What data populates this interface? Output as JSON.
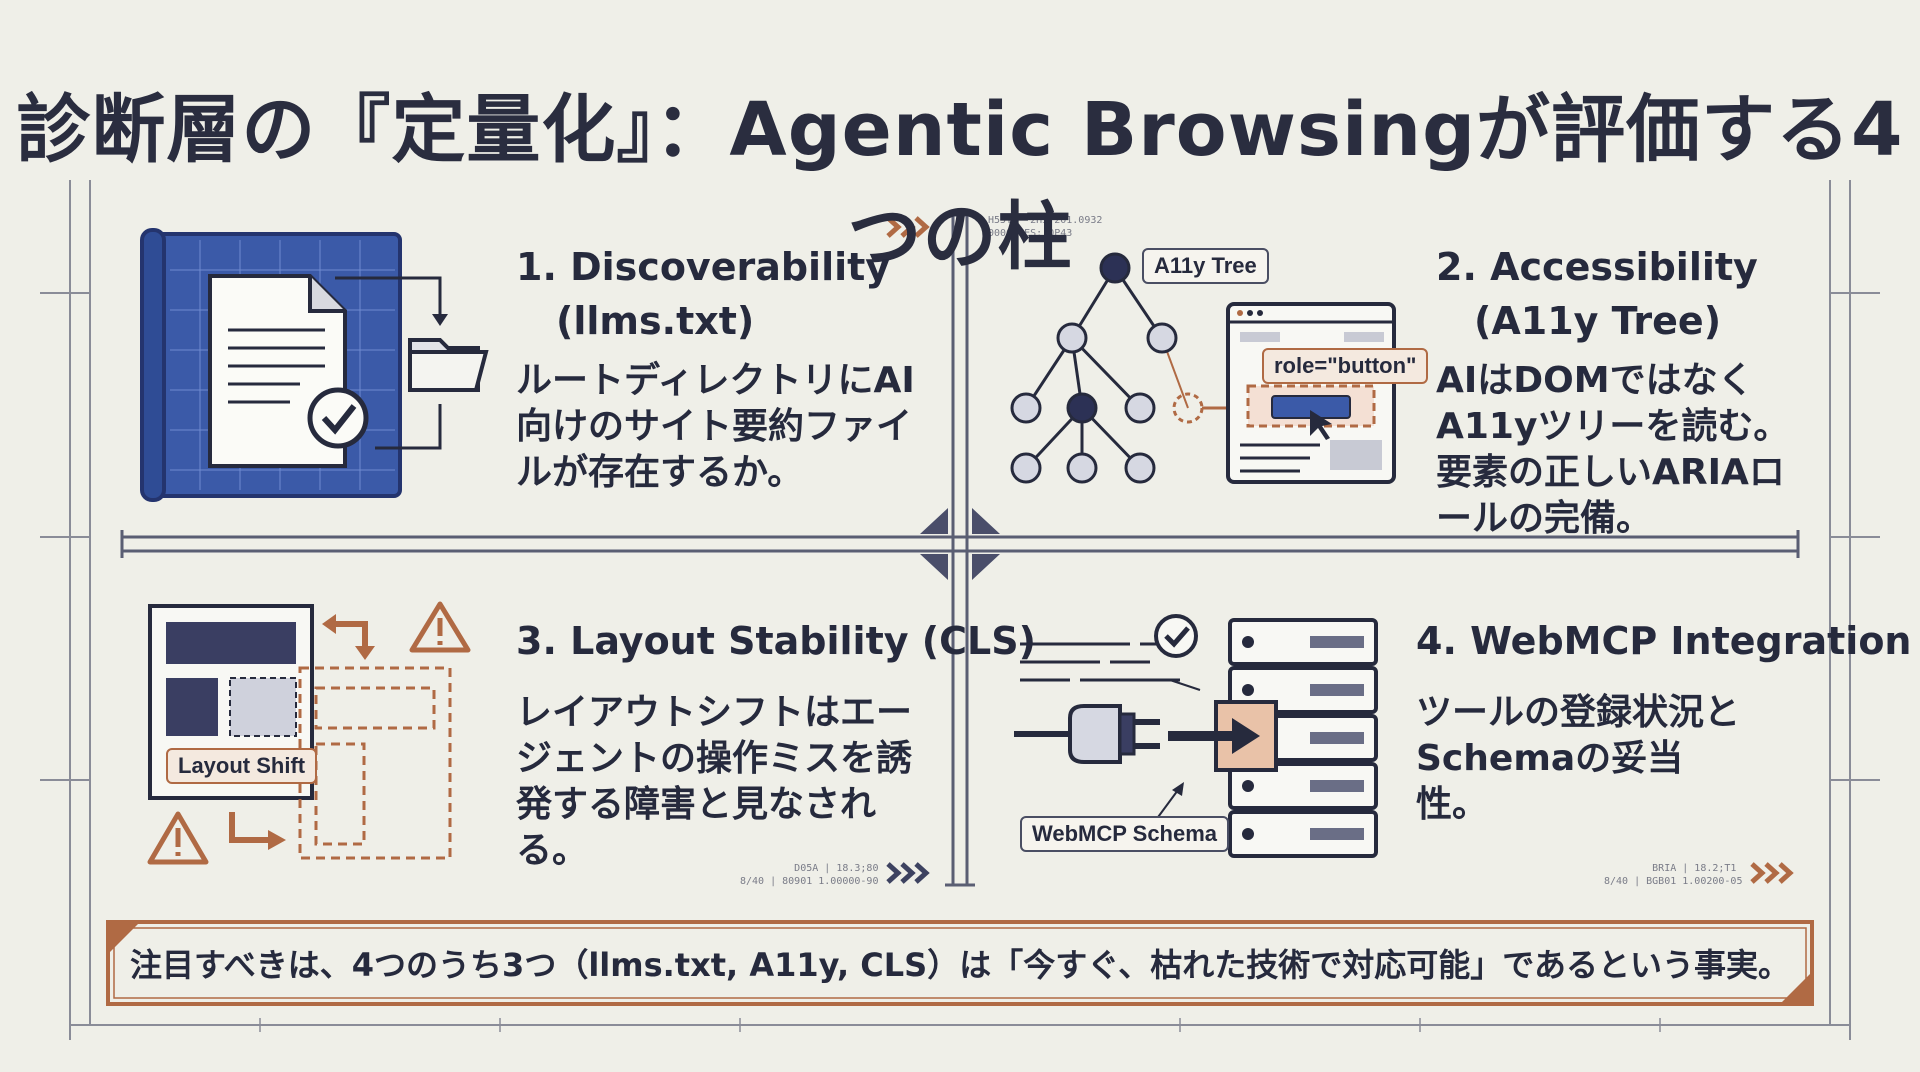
{
  "title": "診断層の『定量化』：Agentic Browsingが評価する4つの柱",
  "pillars": [
    {
      "title": "1. Discoverability",
      "subtitle": "(llms.txt)",
      "description": "ルートディレクトリにAI向けのサイト要約ファイルが存在するか。"
    },
    {
      "title": "2. Accessibility",
      "subtitle": "(A11y Tree)",
      "description": "AIはDOMではなくA11yツリーを読む。要素の正しいARIAロールの完備。",
      "labels": {
        "tree": "A11y Tree",
        "role": "role=\"button\""
      }
    },
    {
      "title": "3. Layout Stability (CLS)",
      "description": "レイアウトシフトはエージェントの操作ミスを誘発する障害と見なされる。",
      "labels": {
        "shift": "Layout Shift"
      }
    },
    {
      "title": "4. WebMCP Integration",
      "description": "ツールの登録状況とSchemaの妥当性。",
      "labels": {
        "schema": "WebMCP Schema"
      }
    }
  ],
  "footer": "注目すべきは、4つのうち3つ（llms.txt, A11y, CLS）は「今すぐ、枯れた技術で対応可能」であるという事実。",
  "colors": {
    "navy": "#262a3d",
    "blueprint": "#3b5aa8",
    "accent": "#b06a44",
    "background": "#efefe8"
  }
}
